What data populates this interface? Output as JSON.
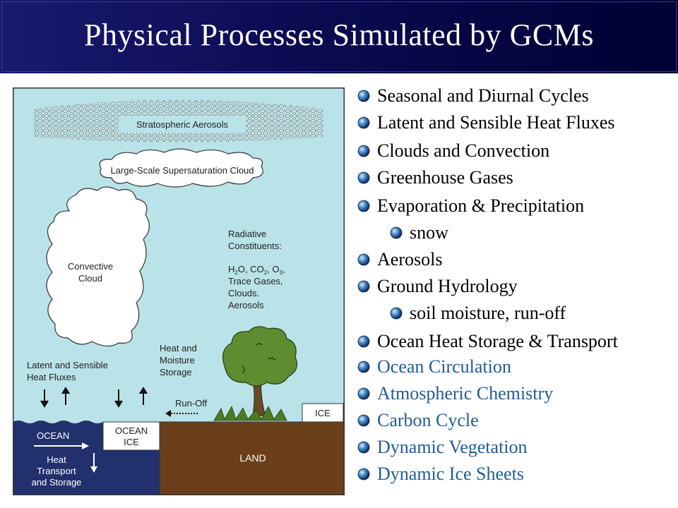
{
  "title": "Physical Processes Simulated by GCMs",
  "diagram": {
    "stratospheric_aerosols": "Stratospheric Aerosols",
    "supersaturation_cloud": "Large-Scale Supersaturation Cloud",
    "convective_cloud": [
      "Convective",
      "Cloud"
    ],
    "radiative_constituents": [
      "Radiative",
      "Constituents:"
    ],
    "constituents_formula": {
      "h2o": "H",
      "h2o_sub": "2",
      "h2o_tail": "O, CO",
      "co2_sub": "2",
      "co2_tail": ", O",
      "o3_sub": "3",
      "o3_tail": ","
    },
    "constituents_more": [
      "Trace Gases,",
      "Clouds.",
      "Aerosols"
    ],
    "heat_moisture_storage": [
      "Heat and",
      "Moisture",
      "Storage"
    ],
    "latent_sensible": [
      "Latent and Sensible",
      "Heat Fluxes"
    ],
    "run_off": "Run-Off",
    "ice": "ICE",
    "ocean": "OCEAN",
    "ocean_ice": [
      "OCEAN",
      "ICE"
    ],
    "land": "LAND",
    "heat_transport": [
      "Heat",
      "Transport",
      "and Storage"
    ]
  },
  "processes": [
    {
      "label": "Seasonal and Diurnal Cycles",
      "level": 1,
      "color": "black"
    },
    {
      "label": "Latent and Sensible Heat Fluxes",
      "level": 1,
      "color": "black"
    },
    {
      "label": "Clouds and Convection",
      "level": 1,
      "color": "black"
    },
    {
      "label": "Greenhouse Gases",
      "level": 1,
      "color": "black"
    },
    {
      "label": "Evaporation & Precipitation",
      "level": 1,
      "color": "black"
    },
    {
      "label": "snow",
      "level": 2,
      "color": "black"
    },
    {
      "label": "Aerosols",
      "level": 1,
      "color": "black"
    },
    {
      "label": "Ground Hydrology",
      "level": 1,
      "color": "black"
    },
    {
      "label": "soil moisture, run-off",
      "level": 2,
      "color": "black"
    },
    {
      "label": "Ocean Heat Storage & Transport",
      "level": 1,
      "color": "black"
    },
    {
      "label": "Ocean Circulation",
      "level": 1,
      "color": "#1f5c99"
    },
    {
      "label": "Atmospheric Chemistry",
      "level": 1,
      "color": "#1f5c99"
    },
    {
      "label": "Carbon Cycle",
      "level": 1,
      "color": "#1f5c99"
    },
    {
      "label": "Dynamic Vegetation",
      "level": 1,
      "color": "#1f5c99"
    },
    {
      "label": "Dynamic Ice Sheets",
      "level": 1,
      "color": "#1f5c99"
    }
  ],
  "colors": {
    "title_bar": "#0b0b52",
    "sky": "#b9e3e8",
    "ocean": "#23306e",
    "land": "#6a3f1a",
    "tree_canopy": "#5e8c31",
    "blue_text": "#1f5c99"
  }
}
